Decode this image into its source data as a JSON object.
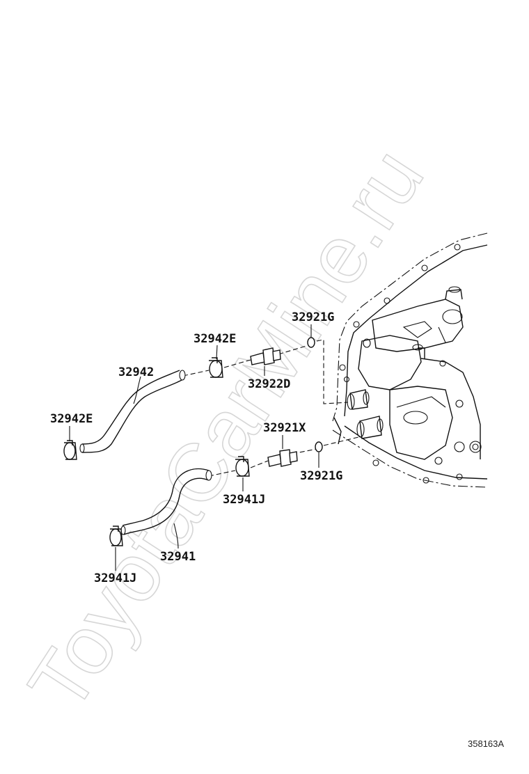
{
  "watermark": "ToyotaCarMine.ru",
  "figure_number": "358163A",
  "parts": [
    {
      "id": "p-32921G-top",
      "label": "32921G"
    },
    {
      "id": "p-32942E-top",
      "label": "32942E"
    },
    {
      "id": "p-32942",
      "label": "32942"
    },
    {
      "id": "p-32922D",
      "label": "32922D"
    },
    {
      "id": "p-32942E-left",
      "label": "32942E"
    },
    {
      "id": "p-32921X",
      "label": "32921X"
    },
    {
      "id": "p-32921G-bottom",
      "label": "32921G"
    },
    {
      "id": "p-32941J-top",
      "label": "32941J"
    },
    {
      "id": "p-32941",
      "label": "32941"
    },
    {
      "id": "p-32941J-bottom",
      "label": "32941J"
    }
  ]
}
